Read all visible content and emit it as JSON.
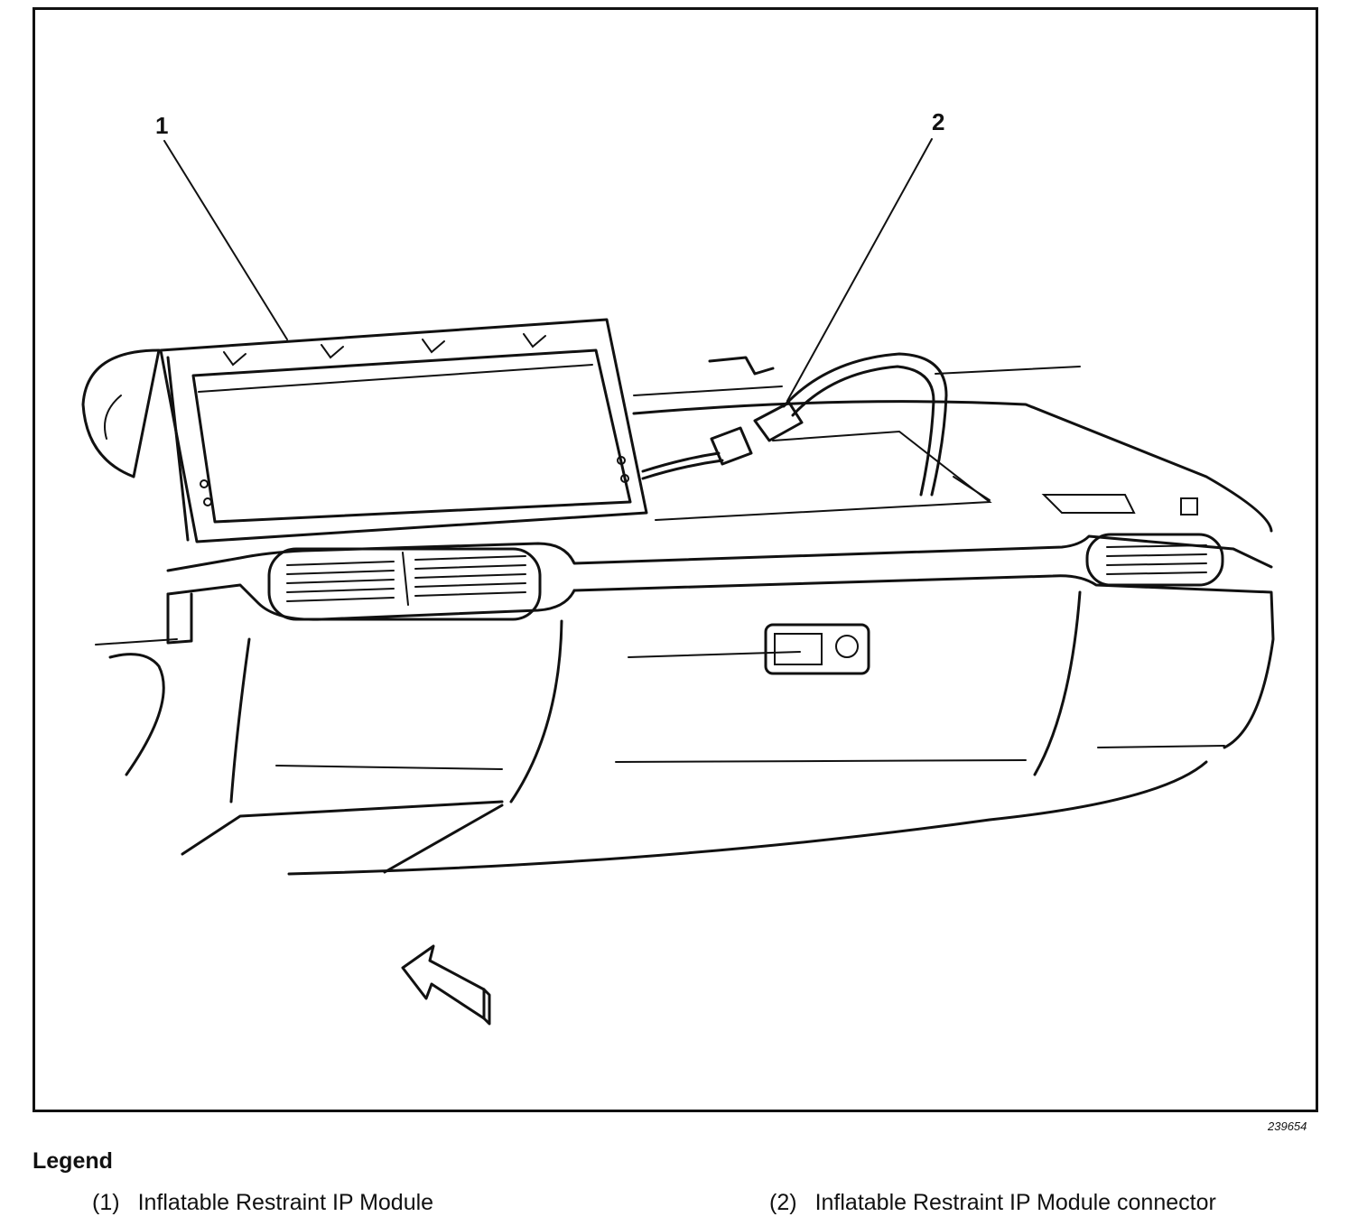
{
  "figure": {
    "id": "239654",
    "callouts": [
      "1",
      "2"
    ]
  },
  "legend": {
    "title": "Legend",
    "items": [
      {
        "num": "(1)",
        "label": "Inflatable Restraint IP Module"
      },
      {
        "num": "(2)",
        "label": "Inflatable Restraint IP Module connector"
      }
    ]
  }
}
